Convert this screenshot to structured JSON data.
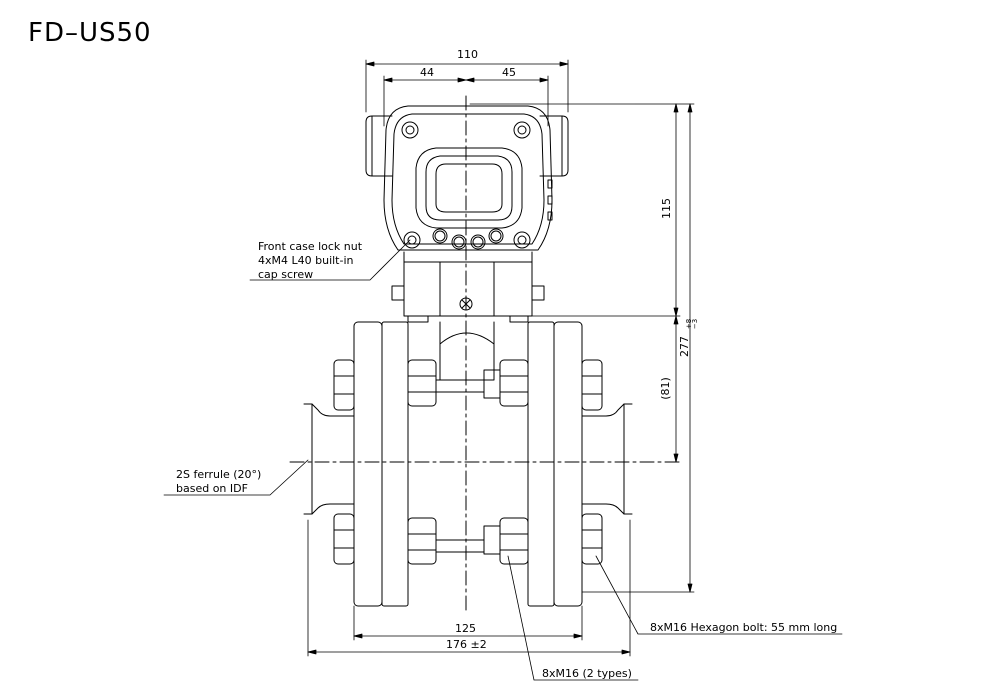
{
  "title": "FD–US50",
  "dimensions": {
    "total_width": "110",
    "left_half": "44",
    "right_half": "45",
    "head_height": "115",
    "overall_height": "277",
    "overall_height_tolerance_upper": "+8",
    "overall_height_tolerance_lower": "−3",
    "centre_height": "(81)",
    "flange_width": "125",
    "overall_length": "176 ±2"
  },
  "annotations": {
    "lock_nut_line1": "Front case lock nut",
    "lock_nut_line2": "4xM4 L40 built-in",
    "lock_nut_line3": "cap screw",
    "ferrule_line1": "2S ferrule (20°)",
    "ferrule_line2": "based on IDF",
    "hex_bolt": "8xM16 Hexagon bolt: 55 mm long",
    "m16_types": "8xM16 (2 types)"
  },
  "colors": {
    "line": "#000000",
    "background": "#ffffff"
  }
}
